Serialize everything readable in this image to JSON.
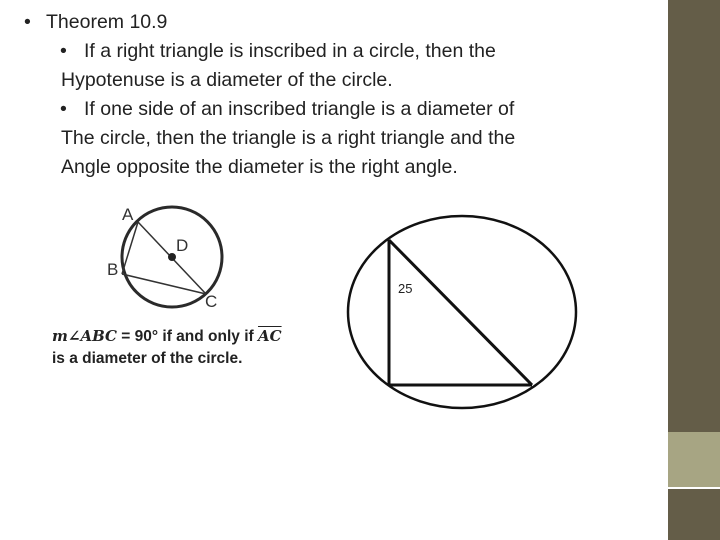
{
  "theorem": {
    "title": "Theorem 10.9",
    "bullet1_line1": "If a right triangle is  inscribed in a circle, then the",
    "bullet1_line2": "Hypotenuse is a diameter of the circle.",
    "bullet2_line1": "If one side of an inscribed triangle is a diameter of",
    "bullet2_line2": "The circle, then the triangle is a right triangle and the",
    "bullet2_line3": "Angle opposite the diameter is the right angle."
  },
  "figure_left": {
    "labels": {
      "a": "A",
      "b": "B",
      "c": "C",
      "d": "D"
    }
  },
  "caption": {
    "part1": "m∠ABC",
    "part2": " = 90° if and only if ",
    "segment": "AC",
    "line2": "is a diameter of the circle."
  },
  "figure_right": {
    "number_label": "25"
  },
  "colors": {
    "bar_dark": "#645d48",
    "bar_light": "#a7a583"
  }
}
